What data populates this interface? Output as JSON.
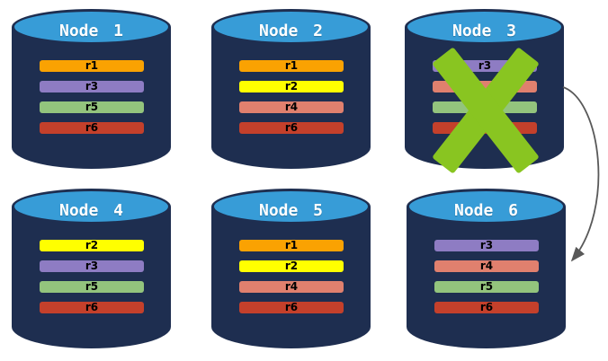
{
  "canvas": {
    "background": "#FFFFFF"
  },
  "colors": {
    "cylinder_body": "#1E2E50",
    "cylinder_top": "#379CD7",
    "title_text": "#FFFFFF",
    "bar_text": "#000000",
    "failure_x": "#89C521",
    "arrow": "#595959"
  },
  "nodes": [
    {
      "name": "Node 1",
      "failed": false,
      "replicas": [
        {
          "label": "r1",
          "color": "#FAA202"
        },
        {
          "label": "r3",
          "color": "#8E7CC3"
        },
        {
          "label": "r5",
          "color": "#93C47D"
        },
        {
          "label": "r6",
          "color": "#C4402B"
        }
      ]
    },
    {
      "name": "Node 2",
      "failed": false,
      "replicas": [
        {
          "label": "r1",
          "color": "#FAA202"
        },
        {
          "label": "r2",
          "color": "#FFFF00"
        },
        {
          "label": "r4",
          "color": "#E0806E"
        },
        {
          "label": "r6",
          "color": "#C4402B"
        }
      ]
    },
    {
      "name": "Node 3",
      "failed": true,
      "replicas": [
        {
          "label": "r3",
          "color": "#8E7CC3"
        },
        {
          "label": "",
          "color": "#E0806E"
        },
        {
          "label": "",
          "color": "#93C47D"
        },
        {
          "label": "",
          "color": "#C4402B"
        }
      ]
    },
    {
      "name": "Node 4",
      "failed": false,
      "replicas": [
        {
          "label": "r2",
          "color": "#FFFF00"
        },
        {
          "label": "r3",
          "color": "#8E7CC3"
        },
        {
          "label": "r5",
          "color": "#93C47D"
        },
        {
          "label": "r6",
          "color": "#C4402B"
        }
      ]
    },
    {
      "name": "Node 5",
      "failed": false,
      "replicas": [
        {
          "label": "r1",
          "color": "#FAA202"
        },
        {
          "label": "r2",
          "color": "#FFFF00"
        },
        {
          "label": "r4",
          "color": "#E0806E"
        },
        {
          "label": "r6",
          "color": "#C4402B"
        }
      ]
    },
    {
      "name": "Node 6",
      "failed": false,
      "replicas": [
        {
          "label": "r3",
          "color": "#8E7CC3"
        },
        {
          "label": "r4",
          "color": "#E0806E"
        },
        {
          "label": "r5",
          "color": "#93C47D"
        },
        {
          "label": "r6",
          "color": "#C4402B"
        }
      ]
    }
  ],
  "arrow": {
    "from": "Node 3",
    "to": "Node 6"
  }
}
